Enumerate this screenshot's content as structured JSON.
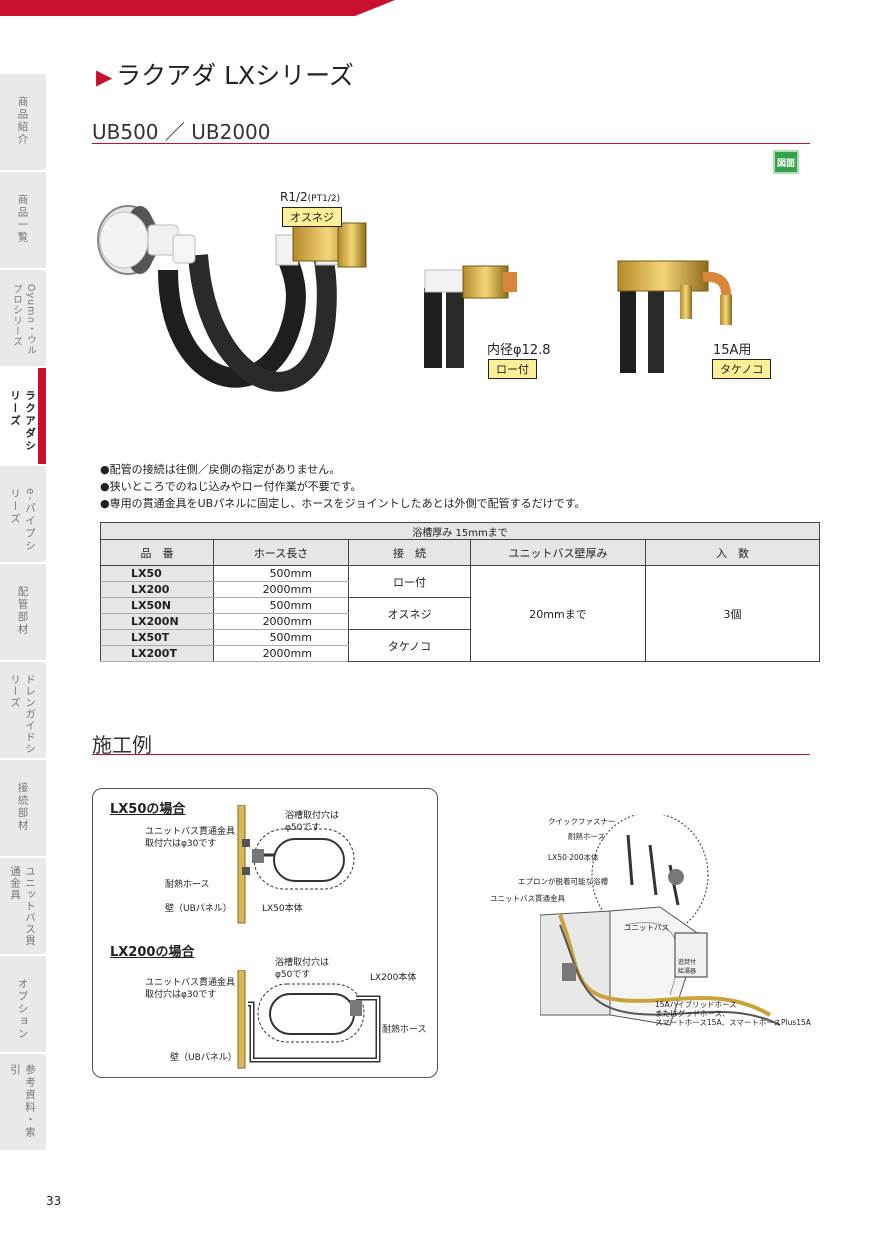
{
  "page": {
    "title": "ラクアダ LXシリーズ",
    "subtitle": "UB500 ／ UB2000",
    "zumen_label": "図面",
    "page_number": "33"
  },
  "sidebar": {
    "tabs": [
      {
        "label": "商品紹介"
      },
      {
        "label": "商品一覧"
      },
      {
        "label": "Oyum∩・ウルプロシリーズ"
      },
      {
        "label": "ラクアダシリーズ"
      },
      {
        "label": "e-パイプシリーズ"
      },
      {
        "label": "配管部材"
      },
      {
        "label": "ドレンガイドシリーズ"
      },
      {
        "label": "接続部材"
      },
      {
        "label": "ユニットバス貫通金具"
      },
      {
        "label": "オプション"
      },
      {
        "label": "参考資料・索引"
      }
    ]
  },
  "products": {
    "r_label": "R1/2",
    "r_label_sub": "(PT1/2)",
    "osu_neji": "オスネジ",
    "inner_dia": "内径φ12.8",
    "ro_tsuki": "ロー付",
    "a15_for": "15A用",
    "takenoko": "タケノコ"
  },
  "notes": [
    "●配管の接続は往側／戻側の指定がありません。",
    "●狭いところでのねじ込みやロー付作業が不要です。",
    "●専用の貫通金具をUBパネルに固定し、ホースをジョイントしたあとは外側で配管するだけです。"
  ],
  "table": {
    "caption": "浴槽厚み 15mmまで",
    "headers": [
      "品　番",
      "ホース長さ",
      "接　続",
      "ユニットバス壁厚み",
      "入　数"
    ],
    "rows": [
      {
        "model": "LX50",
        "length": "500mm"
      },
      {
        "model": "LX200",
        "length": "2000mm"
      },
      {
        "model": "LX50N",
        "length": "500mm"
      },
      {
        "model": "LX200N",
        "length": "2000mm"
      },
      {
        "model": "LX50T",
        "length": "500mm"
      },
      {
        "model": "LX200T",
        "length": "2000mm"
      }
    ],
    "connections": [
      "ロー付",
      "オスネジ",
      "タケノコ"
    ],
    "wall_thickness": "20mmまで",
    "quantity": "3個"
  },
  "example": {
    "heading": "施工例",
    "lx50": {
      "title": "LX50の場合",
      "hole": "浴槽取付穴は\nφ50です",
      "fitting": "ユニットバス貫通金具\n取付穴はφ30です",
      "hose": "耐熱ホース",
      "wall": "壁（UBパネル）",
      "body": "LX50本体"
    },
    "lx200": {
      "title": "LX200の場合",
      "hole": "浴槽取付穴は\nφ50です",
      "fitting": "ユニットバス貫通金具\n取付穴はφ30です",
      "body": "LX200本体",
      "hose": "耐熱ホース",
      "wall": "壁（UBパネル）"
    },
    "illustration": {
      "quick_fastener": "クイックファスナー",
      "hose": "耐熱ホース",
      "body": "LX50·200本体",
      "apron": "エプロンが脱着可能な浴槽",
      "fitting": "ユニットバス貫通金具",
      "unit_bath": "ユニットバス",
      "heater": "追焚付\n給湯器",
      "hybrid": "15Aハイブリッドホース\nまたはグッドホース、\nスマートホース15A、スマートホースPlus15A"
    }
  }
}
